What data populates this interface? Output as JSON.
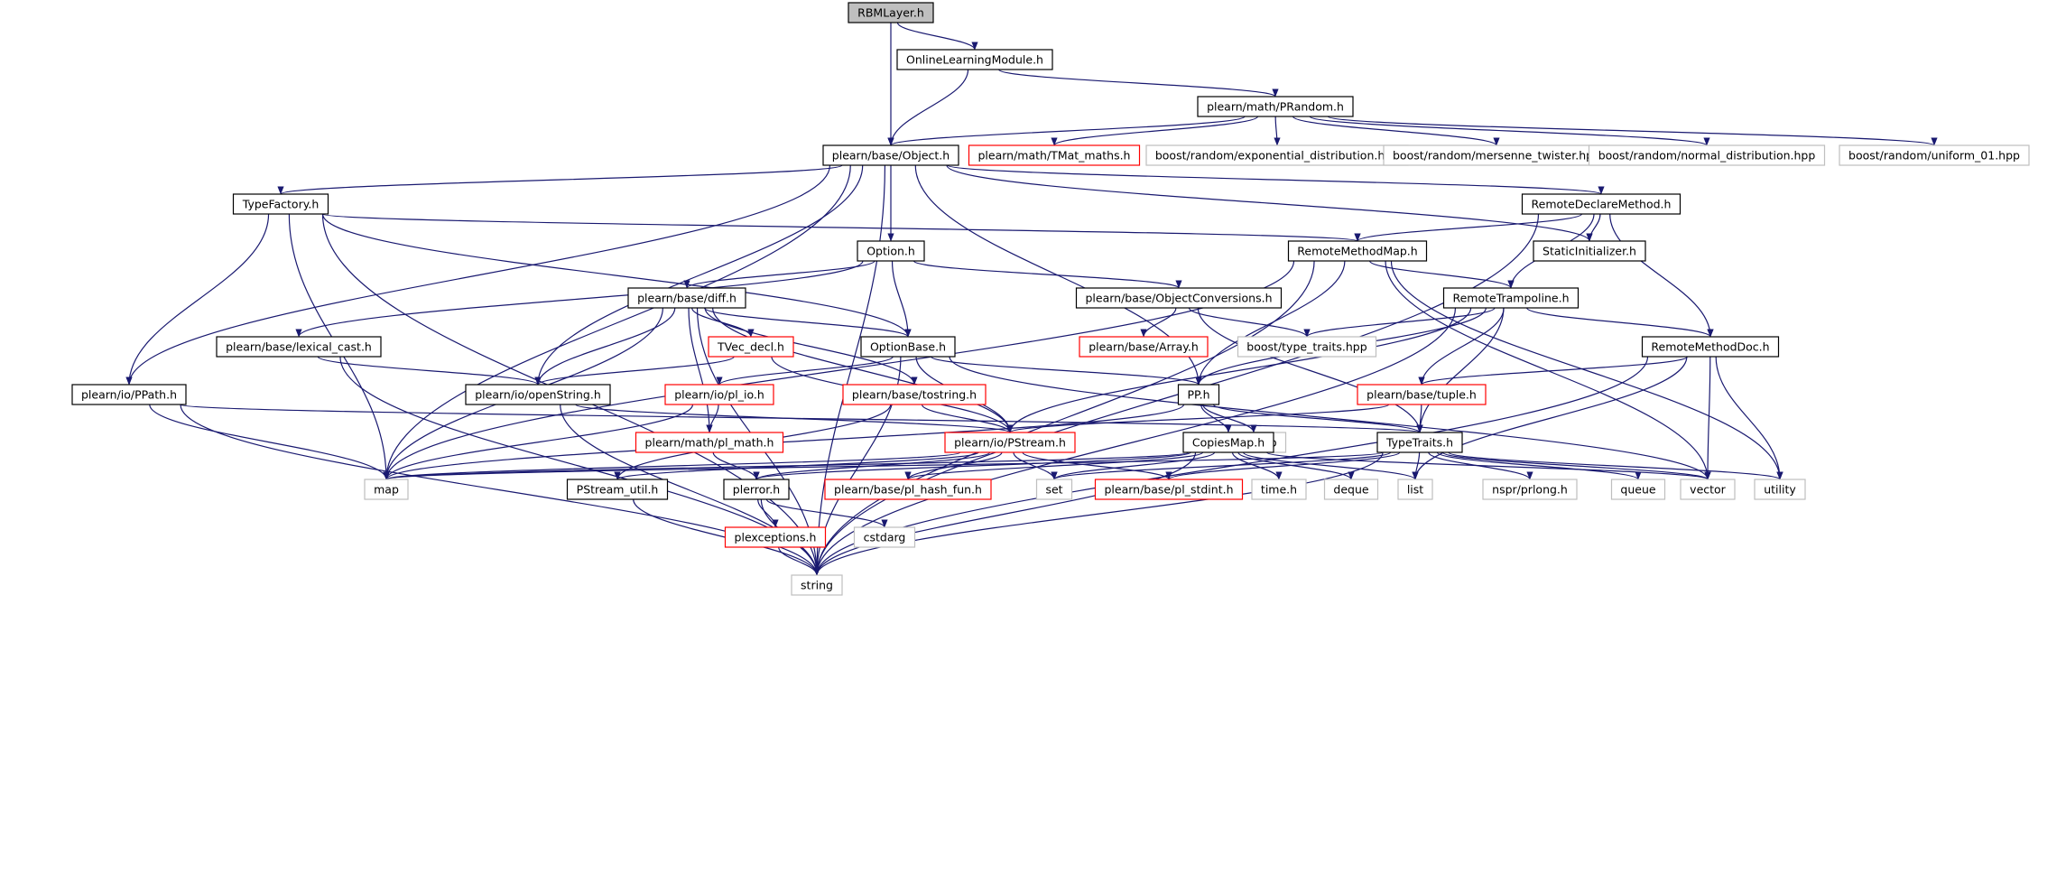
{
  "colors": {
    "edge": "#191970",
    "border_normal": "#000000",
    "border_truncated": "#ff0000",
    "border_system": "#bfbfbf",
    "fill_root": "#bfbfbf",
    "fill_default": "#ffffff",
    "text": "#000000"
  },
  "diagram": {
    "nodes": [
      {
        "id": "RBMLayer",
        "label": "RBMLayer.h",
        "kind": "root"
      },
      {
        "id": "OnlineLearningModule",
        "label": "OnlineLearningModule.h",
        "kind": "normal"
      },
      {
        "id": "PRandom",
        "label": "plearn/math/PRandom.h",
        "kind": "normal"
      },
      {
        "id": "Object",
        "label": "plearn/base/Object.h",
        "kind": "normal"
      },
      {
        "id": "TMat_maths",
        "label": "plearn/math/TMat_maths.h",
        "kind": "truncated"
      },
      {
        "id": "exp_dist",
        "label": "boost/random/exponential_distribution.hpp",
        "kind": "system"
      },
      {
        "id": "mersenne",
        "label": "boost/random/mersenne_twister.hpp",
        "kind": "system"
      },
      {
        "id": "normal_dist",
        "label": "boost/random/normal_distribution.hpp",
        "kind": "system"
      },
      {
        "id": "uniform01",
        "label": "boost/random/uniform_01.hpp",
        "kind": "system"
      },
      {
        "id": "TypeFactory",
        "label": "TypeFactory.h",
        "kind": "normal"
      },
      {
        "id": "RemoteDeclareMethod",
        "label": "RemoteDeclareMethod.h",
        "kind": "normal"
      },
      {
        "id": "StaticInitializer",
        "label": "StaticInitializer.h",
        "kind": "normal"
      },
      {
        "id": "RemoteMethodMap",
        "label": "RemoteMethodMap.h",
        "kind": "normal"
      },
      {
        "id": "Option",
        "label": "Option.h",
        "kind": "normal"
      },
      {
        "id": "diff",
        "label": "plearn/base/diff.h",
        "kind": "normal"
      },
      {
        "id": "ObjectConversions",
        "label": "plearn/base/ObjectConversions.h",
        "kind": "normal"
      },
      {
        "id": "RemoteTrampoline",
        "label": "RemoteTrampoline.h",
        "kind": "normal"
      },
      {
        "id": "lexical_cast",
        "label": "plearn/base/lexical_cast.h",
        "kind": "normal"
      },
      {
        "id": "TVec_decl",
        "label": "TVec_decl.h",
        "kind": "truncated"
      },
      {
        "id": "OptionBase",
        "label": "OptionBase.h",
        "kind": "normal"
      },
      {
        "id": "Array",
        "label": "plearn/base/Array.h",
        "kind": "truncated"
      },
      {
        "id": "type_traits",
        "label": "boost/type_traits.hpp",
        "kind": "system"
      },
      {
        "id": "RemoteMethodDoc",
        "label": "RemoteMethodDoc.h",
        "kind": "normal"
      },
      {
        "id": "PPath",
        "label": "plearn/io/PPath.h",
        "kind": "normal"
      },
      {
        "id": "openString",
        "label": "plearn/io/openString.h",
        "kind": "normal"
      },
      {
        "id": "pl_io",
        "label": "plearn/io/pl_io.h",
        "kind": "truncated"
      },
      {
        "id": "tostring",
        "label": "plearn/base/tostring.h",
        "kind": "truncated"
      },
      {
        "id": "PP",
        "label": "PP.h",
        "kind": "normal"
      },
      {
        "id": "tuple",
        "label": "plearn/base/tuple.h",
        "kind": "truncated"
      },
      {
        "id": "pl_math",
        "label": "plearn/math/pl_math.h",
        "kind": "truncated"
      },
      {
        "id": "PStream",
        "label": "plearn/io/PStream.h",
        "kind": "truncated"
      },
      {
        "id": "typeinfo",
        "label": "typeinfo",
        "kind": "system"
      },
      {
        "id": "CopiesMap",
        "label": "CopiesMap.h",
        "kind": "normal"
      },
      {
        "id": "TypeTraits",
        "label": "TypeTraits.h",
        "kind": "normal"
      },
      {
        "id": "map",
        "label": "map",
        "kind": "system"
      },
      {
        "id": "PStream_util",
        "label": "PStream_util.h",
        "kind": "normal"
      },
      {
        "id": "plerror",
        "label": "plerror.h",
        "kind": "normal"
      },
      {
        "id": "pl_hash_fun",
        "label": "plearn/base/pl_hash_fun.h",
        "kind": "truncated"
      },
      {
        "id": "set",
        "label": "set",
        "kind": "system"
      },
      {
        "id": "pl_stdint",
        "label": "plearn/base/pl_stdint.h",
        "kind": "truncated"
      },
      {
        "id": "time",
        "label": "time.h",
        "kind": "system"
      },
      {
        "id": "deque",
        "label": "deque",
        "kind": "system"
      },
      {
        "id": "list",
        "label": "list",
        "kind": "system"
      },
      {
        "id": "prlong",
        "label": "nspr/prlong.h",
        "kind": "system"
      },
      {
        "id": "queue",
        "label": "queue",
        "kind": "system"
      },
      {
        "id": "vector",
        "label": "vector",
        "kind": "system"
      },
      {
        "id": "utility",
        "label": "utility",
        "kind": "system"
      },
      {
        "id": "plexceptions",
        "label": "plexceptions.h",
        "kind": "truncated"
      },
      {
        "id": "cstdarg",
        "label": "cstdarg",
        "kind": "system"
      },
      {
        "id": "string",
        "label": "string",
        "kind": "system"
      }
    ],
    "edges": [
      [
        "RBMLayer",
        "OnlineLearningModule"
      ],
      [
        "RBMLayer",
        "Object"
      ],
      [
        "OnlineLearningModule",
        "Object"
      ],
      [
        "OnlineLearningModule",
        "PRandom"
      ],
      [
        "PRandom",
        "Object"
      ],
      [
        "PRandom",
        "TMat_maths"
      ],
      [
        "PRandom",
        "exp_dist"
      ],
      [
        "PRandom",
        "mersenne"
      ],
      [
        "PRandom",
        "normal_dist"
      ],
      [
        "PRandom",
        "uniform01"
      ],
      [
        "Object",
        "TypeFactory"
      ],
      [
        "Object",
        "PPath"
      ],
      [
        "Object",
        "map"
      ],
      [
        "Object",
        "openString"
      ],
      [
        "Object",
        "Option"
      ],
      [
        "Object",
        "PP"
      ],
      [
        "Object",
        "StaticInitializer"
      ],
      [
        "Object",
        "RemoteDeclareMethod"
      ],
      [
        "Object",
        "string"
      ],
      [
        "TypeFactory",
        "PPath"
      ],
      [
        "TypeFactory",
        "string"
      ],
      [
        "TypeFactory",
        "map"
      ],
      [
        "TypeFactory",
        "OptionBase"
      ],
      [
        "TypeFactory",
        "RemoteMethodMap"
      ],
      [
        "RemoteDeclareMethod",
        "RemoteMethodMap"
      ],
      [
        "RemoteDeclareMethod",
        "StaticInitializer"
      ],
      [
        "RemoteDeclareMethod",
        "RemoteTrampoline"
      ],
      [
        "RemoteDeclareMethod",
        "RemoteMethodDoc"
      ],
      [
        "RemoteDeclareMethod",
        "string"
      ],
      [
        "RemoteMethodMap",
        "map"
      ],
      [
        "RemoteMethodMap",
        "PP"
      ],
      [
        "RemoteMethodMap",
        "RemoteTrampoline"
      ],
      [
        "RemoteMethodMap",
        "vector"
      ],
      [
        "RemoteMethodMap",
        "utility"
      ],
      [
        "RemoteMethodMap",
        "string"
      ],
      [
        "Option",
        "lexical_cast"
      ],
      [
        "Option",
        "diff"
      ],
      [
        "Option",
        "OptionBase"
      ],
      [
        "Option",
        "ObjectConversions"
      ],
      [
        "diff",
        "map"
      ],
      [
        "diff",
        "string"
      ],
      [
        "diff",
        "openString"
      ],
      [
        "diff",
        "pl_math"
      ],
      [
        "diff",
        "TVec_decl"
      ],
      [
        "diff",
        "tostring"
      ],
      [
        "diff",
        "OptionBase"
      ],
      [
        "diff",
        "PStream"
      ],
      [
        "ObjectConversions",
        "Array"
      ],
      [
        "ObjectConversions",
        "type_traits"
      ],
      [
        "ObjectConversions",
        "TypeTraits"
      ],
      [
        "RemoteTrampoline",
        "type_traits"
      ],
      [
        "RemoteTrampoline",
        "PStream"
      ],
      [
        "RemoteTrampoline",
        "PP"
      ],
      [
        "RemoteTrampoline",
        "tuple"
      ],
      [
        "RemoteTrampoline",
        "TypeTraits"
      ],
      [
        "RemoteTrampoline",
        "RemoteMethodDoc"
      ],
      [
        "RemoteTrampoline",
        "string"
      ],
      [
        "lexical_cast",
        "openString"
      ],
      [
        "lexical_cast",
        "string"
      ],
      [
        "TVec_decl",
        "openString"
      ],
      [
        "TVec_decl",
        "PStream"
      ],
      [
        "OptionBase",
        "pl_io"
      ],
      [
        "OptionBase",
        "PStream"
      ],
      [
        "OptionBase",
        "PP"
      ],
      [
        "OptionBase",
        "vector"
      ],
      [
        "OptionBase",
        "string"
      ],
      [
        "RemoteMethodDoc",
        "tuple"
      ],
      [
        "RemoteMethodDoc",
        "list"
      ],
      [
        "RemoteMethodDoc",
        "vector"
      ],
      [
        "RemoteMethodDoc",
        "utility"
      ],
      [
        "RemoteMethodDoc",
        "string"
      ],
      [
        "PPath",
        "map"
      ],
      [
        "PPath",
        "string"
      ],
      [
        "PPath",
        "TypeTraits"
      ],
      [
        "openString",
        "PStream"
      ],
      [
        "openString",
        "string"
      ],
      [
        "pl_io",
        "pl_math"
      ],
      [
        "pl_io",
        "map"
      ],
      [
        "tostring",
        "PStream"
      ],
      [
        "tostring",
        "PStream_util"
      ],
      [
        "PP",
        "CopiesMap"
      ],
      [
        "PP",
        "typeinfo"
      ],
      [
        "PP",
        "TypeTraits"
      ],
      [
        "PP",
        "map"
      ],
      [
        "tuple",
        "PStream"
      ],
      [
        "tuple",
        "TypeTraits"
      ],
      [
        "pl_math",
        "plerror"
      ],
      [
        "PStream",
        "map"
      ],
      [
        "PStream",
        "PStream_util"
      ],
      [
        "PStream",
        "plerror"
      ],
      [
        "PStream",
        "pl_hash_fun"
      ],
      [
        "PStream",
        "set"
      ],
      [
        "PStream",
        "pl_stdint"
      ],
      [
        "CopiesMap",
        "map"
      ],
      [
        "CopiesMap",
        "plerror"
      ],
      [
        "CopiesMap",
        "pl_hash_fun"
      ],
      [
        "CopiesMap",
        "set"
      ],
      [
        "CopiesMap",
        "time"
      ],
      [
        "CopiesMap",
        "deque"
      ],
      [
        "CopiesMap",
        "list"
      ],
      [
        "CopiesMap",
        "vector"
      ],
      [
        "CopiesMap",
        "string"
      ],
      [
        "TypeTraits",
        "map"
      ],
      [
        "TypeTraits",
        "set"
      ],
      [
        "TypeTraits",
        "pl_stdint"
      ],
      [
        "TypeTraits",
        "list"
      ],
      [
        "TypeTraits",
        "prlong"
      ],
      [
        "TypeTraits",
        "queue"
      ],
      [
        "TypeTraits",
        "vector"
      ],
      [
        "TypeTraits",
        "utility"
      ],
      [
        "TypeTraits",
        "string"
      ],
      [
        "PStream_util",
        "string"
      ],
      [
        "plerror",
        "plexceptions"
      ],
      [
        "plerror",
        "cstdarg"
      ],
      [
        "plerror",
        "string"
      ],
      [
        "plexceptions",
        "string"
      ]
    ]
  }
}
